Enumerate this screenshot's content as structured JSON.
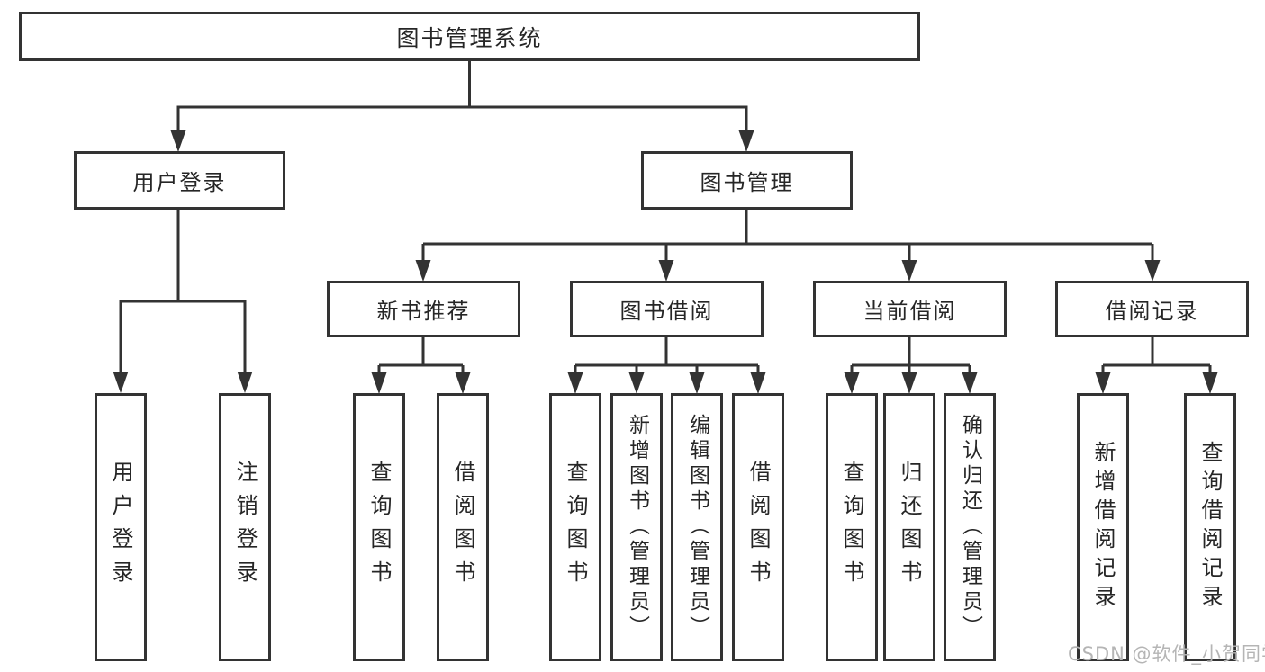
{
  "diagram": {
    "type": "hierarchy",
    "root": {
      "label": "图书管理系统"
    },
    "branches": [
      {
        "label": "用户登录",
        "children": [
          {
            "label": "用户登录"
          },
          {
            "label": "注销登录"
          }
        ]
      },
      {
        "label": "图书管理",
        "children": [
          {
            "label": "新书推荐",
            "children": [
              {
                "label": "查询图书"
              },
              {
                "label": "借阅图书"
              }
            ]
          },
          {
            "label": "图书借阅",
            "children": [
              {
                "label": "查询图书"
              },
              {
                "label": "新增图书（管理员）"
              },
              {
                "label": "编辑图书（管理员）"
              },
              {
                "label": "借阅图书"
              }
            ]
          },
          {
            "label": "当前借阅",
            "children": [
              {
                "label": "查询图书"
              },
              {
                "label": "归还图书"
              },
              {
                "label": "确认归还（管理员）"
              }
            ]
          },
          {
            "label": "借阅记录",
            "children": [
              {
                "label": "新增借阅记录"
              },
              {
                "label": "查询借阅记录"
              }
            ]
          }
        ]
      }
    ]
  },
  "watermark": {
    "text": "CSDN @软件_小贺同学",
    "color": "#b5b5b5"
  },
  "colors": {
    "line": "#333333",
    "box_border": "#333333",
    "text": "#262626",
    "background": "#ffffff"
  }
}
